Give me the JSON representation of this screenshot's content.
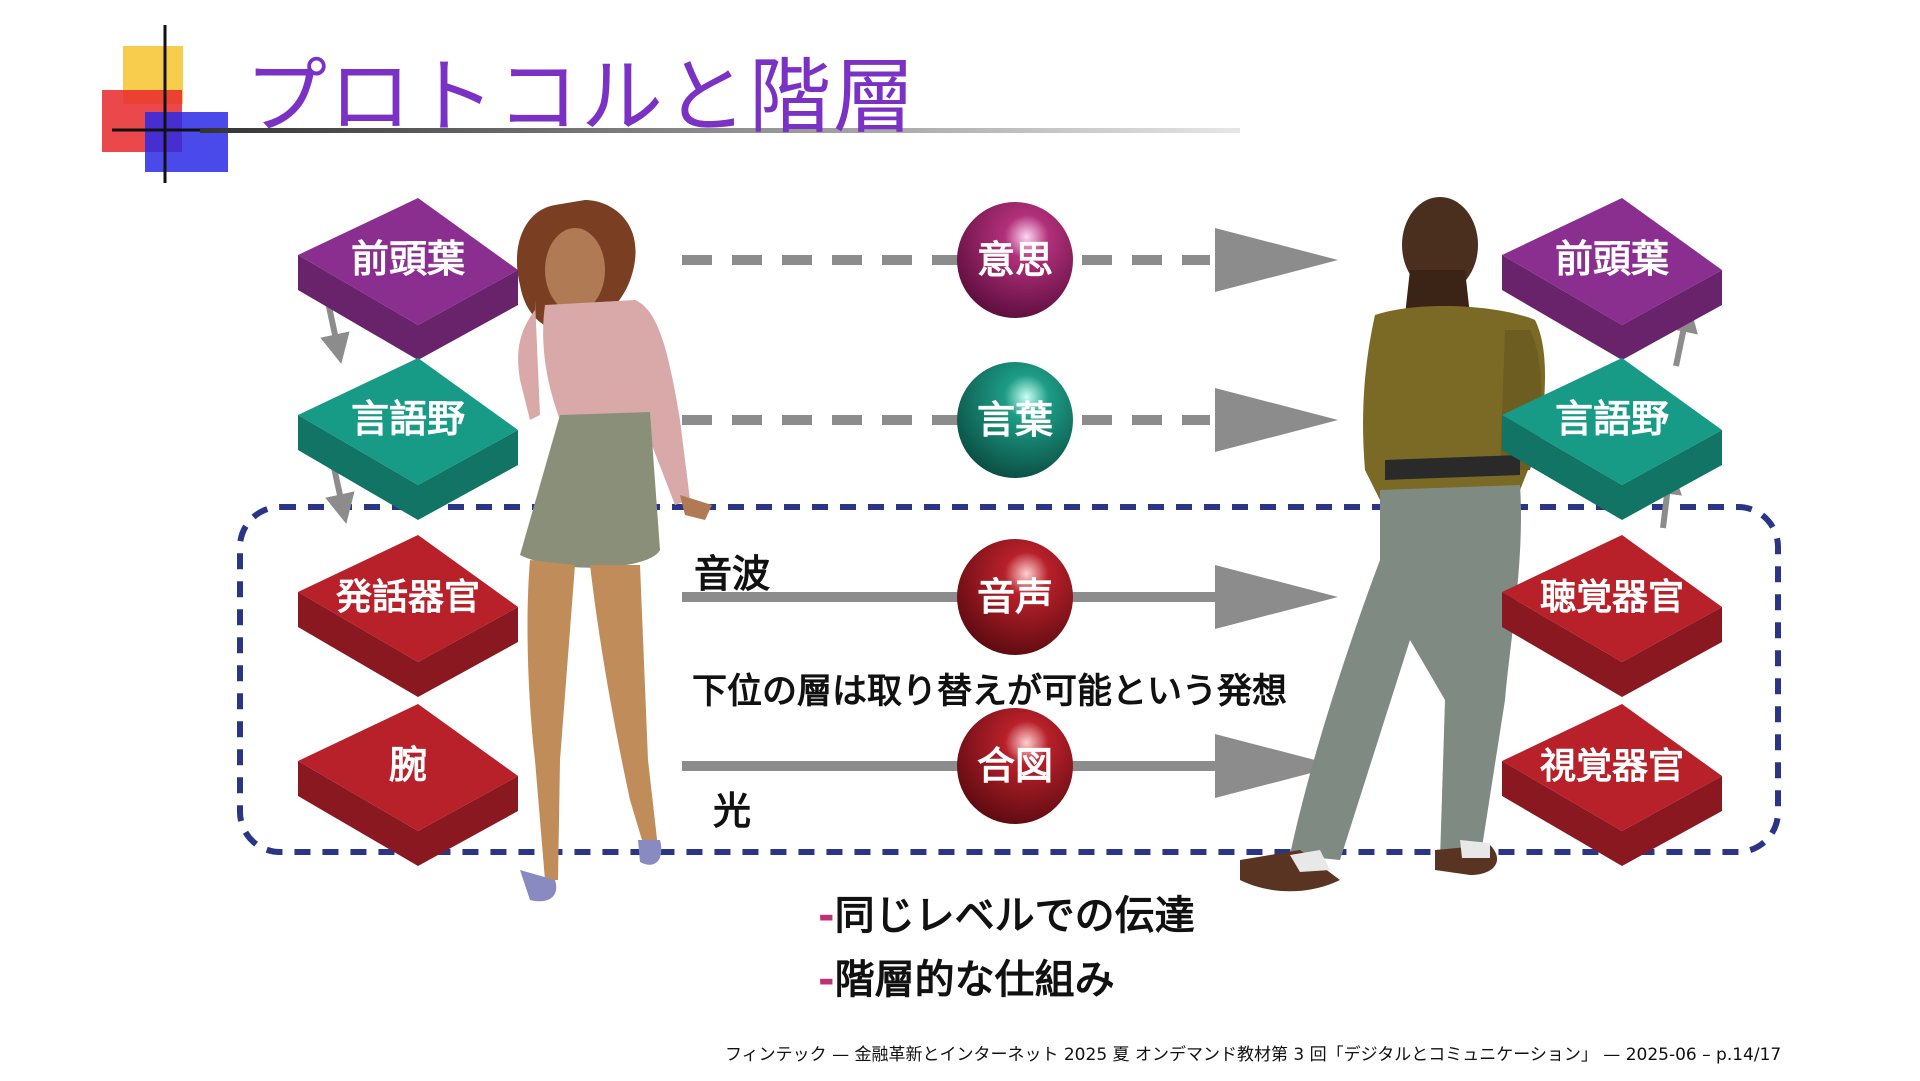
{
  "title": "プロトコルと階層",
  "speaker_boxes": [
    {
      "label": "前頭葉",
      "level": "intent"
    },
    {
      "label": "言語野",
      "level": "language"
    },
    {
      "label": "発話器官",
      "level": "voice"
    },
    {
      "label": "腕",
      "level": "signal"
    }
  ],
  "listener_boxes": [
    {
      "label": "前頭葉",
      "level": "intent"
    },
    {
      "label": "言語野",
      "level": "language"
    },
    {
      "label": "聴覚器官",
      "level": "voice"
    },
    {
      "label": "視覚器官",
      "level": "signal"
    }
  ],
  "spheres": [
    {
      "label": "意思",
      "level": "intent"
    },
    {
      "label": "言葉",
      "level": "language"
    },
    {
      "label": "音声",
      "level": "voice"
    },
    {
      "label": "合図",
      "level": "signal"
    }
  ],
  "medium_labels": {
    "sound": "音波",
    "light": "光"
  },
  "note": "下位の層は取り替えが可能という発想",
  "bullets": [
    {
      "dash": "-",
      "text": "同じレベルでの伝達"
    },
    {
      "dash": "-",
      "text": "階層的な仕組み"
    }
  ],
  "footer": "フィンテック — 金融革新とインターネット 2025 夏 オンデマンド教材第 3 回「デジタルとコミュニケーション」 — 2025-06 – p.14/17",
  "colors": {
    "title": "#7b32c4",
    "intent": "#8a2f8f",
    "language": "#179a86",
    "voice": "#b8202a",
    "signal": "#b8202a",
    "dashed_region": "#2b3585",
    "arrow": "#8c8c8c",
    "bullet_dash": "#c0307a"
  }
}
